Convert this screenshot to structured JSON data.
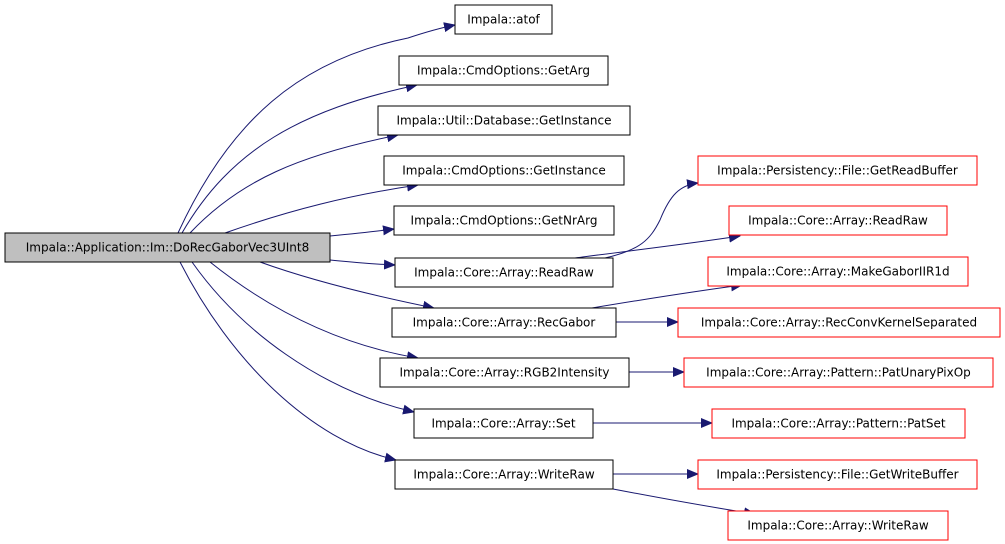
{
  "colors": {
    "edge": "#191970",
    "node_border_black": "#000000",
    "node_border_red": "#ff0000",
    "root_fill": "#bfbfbf",
    "node_fill": "#ffffff"
  },
  "nodes": {
    "root": {
      "label": "Impala::Application::Im::DoRecGaborVec3UInt8",
      "style": "root"
    },
    "atof": {
      "label": "Impala::atof",
      "style": "black"
    },
    "getarg": {
      "label": "Impala::CmdOptions::GetArg",
      "style": "black"
    },
    "db_getinstance": {
      "label": "Impala::Util::Database::GetInstance",
      "style": "black"
    },
    "cmd_getinstance": {
      "label": "Impala::CmdOptions::GetInstance",
      "style": "black"
    },
    "getnrarg": {
      "label": "Impala::CmdOptions::GetNrArg",
      "style": "black"
    },
    "readraw": {
      "label": "Impala::Core::Array::ReadRaw",
      "style": "black"
    },
    "recgabor": {
      "label": "Impala::Core::Array::RecGabor",
      "style": "black"
    },
    "rgb2": {
      "label": "Impala::Core::Array::RGB2Intensity",
      "style": "black"
    },
    "set": {
      "label": "Impala::Core::Array::Set",
      "style": "black"
    },
    "writeraw": {
      "label": "Impala::Core::Array::WriteRaw",
      "style": "black"
    },
    "getreadbuffer": {
      "label": "Impala::Persistency::File::GetReadBuffer",
      "style": "red"
    },
    "readraw2": {
      "label": "Impala::Core::Array::ReadRaw",
      "style": "red"
    },
    "makegabor": {
      "label": "Impala::Core::Array::MakeGaborIIR1d",
      "style": "red"
    },
    "recconv": {
      "label": "Impala::Core::Array::RecConvKernelSeparated",
      "style": "red"
    },
    "patunary": {
      "label": "Impala::Core::Array::Pattern::PatUnaryPixOp",
      "style": "red"
    },
    "patset": {
      "label": "Impala::Core::Array::Pattern::PatSet",
      "style": "red"
    },
    "getwritebuffer": {
      "label": "Impala::Persistency::File::GetWriteBuffer",
      "style": "red"
    },
    "writeraw2": {
      "label": "Impala::Core::Array::WriteRaw",
      "style": "red"
    }
  },
  "edges": [
    [
      "root",
      "atof"
    ],
    [
      "root",
      "getarg"
    ],
    [
      "root",
      "db_getinstance"
    ],
    [
      "root",
      "cmd_getinstance"
    ],
    [
      "root",
      "getnrarg"
    ],
    [
      "root",
      "readraw"
    ],
    [
      "root",
      "recgabor"
    ],
    [
      "root",
      "rgb2"
    ],
    [
      "root",
      "set"
    ],
    [
      "root",
      "writeraw"
    ],
    [
      "readraw",
      "getreadbuffer"
    ],
    [
      "readraw",
      "readraw2"
    ],
    [
      "recgabor",
      "makegabor"
    ],
    [
      "recgabor",
      "recconv"
    ],
    [
      "rgb2",
      "patunary"
    ],
    [
      "set",
      "patset"
    ],
    [
      "writeraw",
      "getwritebuffer"
    ],
    [
      "writeraw",
      "writeraw2"
    ]
  ]
}
